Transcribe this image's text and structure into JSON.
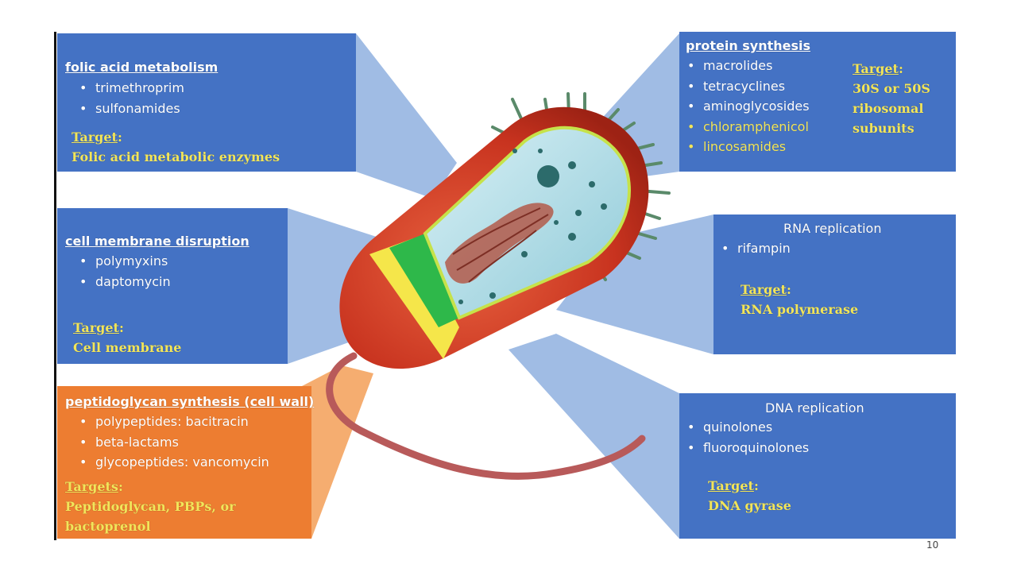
{
  "boxes": {
    "folic": {
      "title": "folic acid metabolism",
      "items": [
        "trimethroprim",
        "sulfonamides"
      ],
      "target_label": "Target",
      "target_lines": [
        "Folic acid metabolic enzymes"
      ]
    },
    "membrane": {
      "title": "cell membrane disruption",
      "items": [
        "polymyxins",
        "daptomycin"
      ],
      "target_label": "Target",
      "target_lines": [
        "Cell membrane"
      ]
    },
    "cellwall": {
      "title": "peptidoglycan synthesis (cell wall)",
      "items": [
        "polypeptides: bacitracin",
        "beta-lactams",
        "glycopeptides: vancomycin"
      ],
      "target_label": "Targets",
      "target_lines": [
        "Peptidoglycan, PBPs, or",
        "bactoprenol"
      ]
    },
    "protein": {
      "title": "protein synthesis",
      "items": [
        "macrolides",
        "tetracyclines",
        "aminoglycosides",
        "chloramphenicol",
        "lincosamides"
      ],
      "target_label": "Target",
      "target_lines": [
        "30S or 50S",
        "ribosomal",
        "subunits"
      ]
    },
    "rna": {
      "title": "RNA replication",
      "items": [
        "rifampin"
      ],
      "target_label": "Target",
      "target_lines": [
        "RNA polymerase"
      ]
    },
    "dna": {
      "title": "DNA replication",
      "items": [
        "quinolones",
        "fluoroquinolones"
      ],
      "target_label": "Target",
      "target_lines": [
        "DNA gyrase"
      ]
    }
  },
  "slide_number": "10",
  "colors": {
    "box_blue": "#4472c4",
    "box_orange": "#ed7d31",
    "target_yellow": "#f2e55a",
    "ray_blue": "#8fb0df",
    "ray_orange": "#f4a460"
  }
}
